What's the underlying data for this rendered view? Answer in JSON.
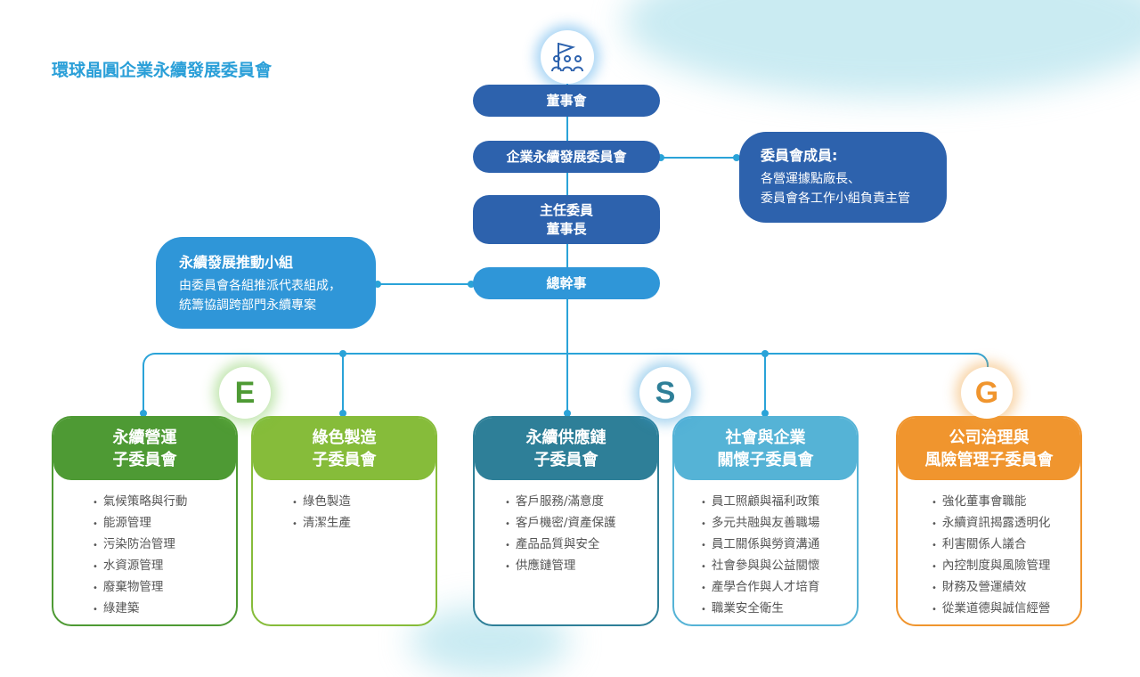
{
  "title": "環球晶圓企業永續發展委員會",
  "org": {
    "board": "董事會",
    "committee": "企業永續發展委員會",
    "chair_line1": "主任委員",
    "chair_line2": "董事長",
    "secretary": "總幹事"
  },
  "members": {
    "heading": "委員會成員:",
    "line1": "各營運據點廠長、",
    "line2": "委員會各工作小組負責主管"
  },
  "task_force": {
    "heading": "永續發展推動小組",
    "line1": "由委員會各組推派代表組成，",
    "line2": "統籌協調跨部門永續專案"
  },
  "badges": {
    "e": "E",
    "s": "S",
    "g": "G"
  },
  "colors": {
    "e": "#4e9a34",
    "s": "#2e7f98",
    "g": "#f0952e"
  },
  "subcommittees": [
    {
      "line1": "永續營運",
      "line2": "子委員會",
      "items": [
        "氣候策略與行動",
        "能源管理",
        "污染防治管理",
        "水資源管理",
        "廢棄物管理",
        "綠建築"
      ]
    },
    {
      "line1": "綠色製造",
      "line2": "子委員會",
      "items": [
        "綠色製造",
        "清潔生產"
      ]
    },
    {
      "line1": "永續供應鏈",
      "line2": "子委員會",
      "items": [
        "客戶服務/滿意度",
        "客戶機密/資產保護",
        "產品品質與安全",
        "供應鏈管理"
      ]
    },
    {
      "line1": "社會與企業",
      "line2": "關懷子委員會",
      "items": [
        "員工照顧與福利政策",
        "多元共融與友善職場",
        "員工關係與勞資溝通",
        "社會參與與公益關懷",
        "產學合作與人才培育",
        "職業安全衛生"
      ]
    },
    {
      "line1": "公司治理與",
      "line2": "風險管理子委員會",
      "items": [
        "強化董事會職能",
        "永續資訊揭露透明化",
        "利害關係人議合",
        "內控制度與風險管理",
        "財務及營運績效",
        "從業道德與誠信經營"
      ]
    }
  ]
}
